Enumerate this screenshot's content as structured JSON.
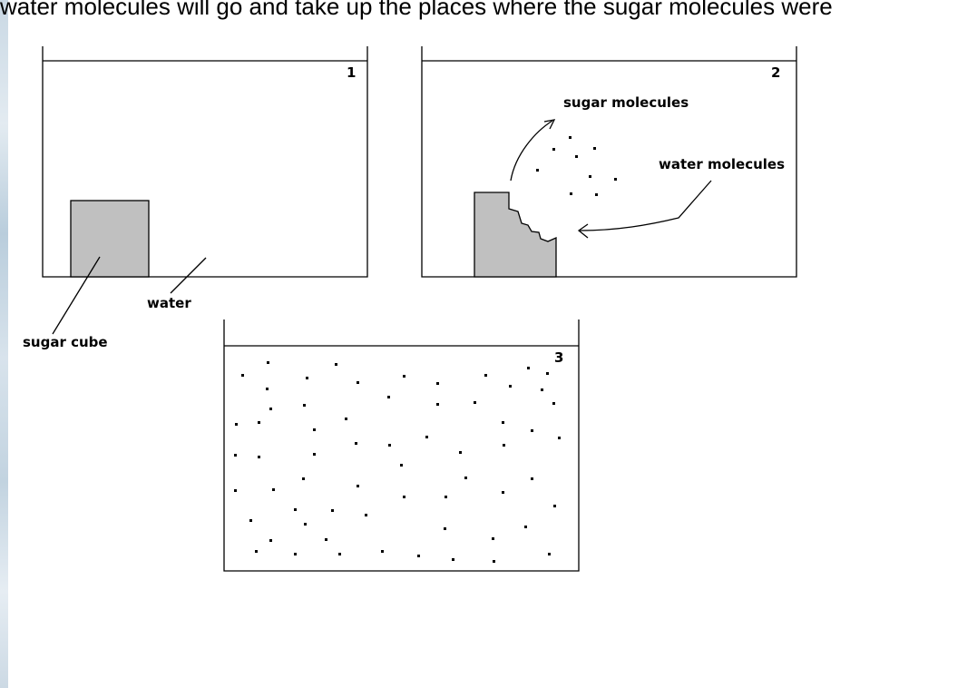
{
  "caption": "water molecules will go and take up the places where the sugar molecules were",
  "colors": {
    "sugar": "#c0c0c0",
    "ink": "#000000",
    "strip": "#c9d8e4"
  },
  "panels": [
    {
      "number": "1",
      "labels": {
        "cube": "sugar cube",
        "water": "water"
      }
    },
    {
      "number": "2",
      "labels": {
        "sugar": "sugar molecules",
        "water": "water molecules"
      }
    },
    {
      "number": "3"
    }
  ]
}
